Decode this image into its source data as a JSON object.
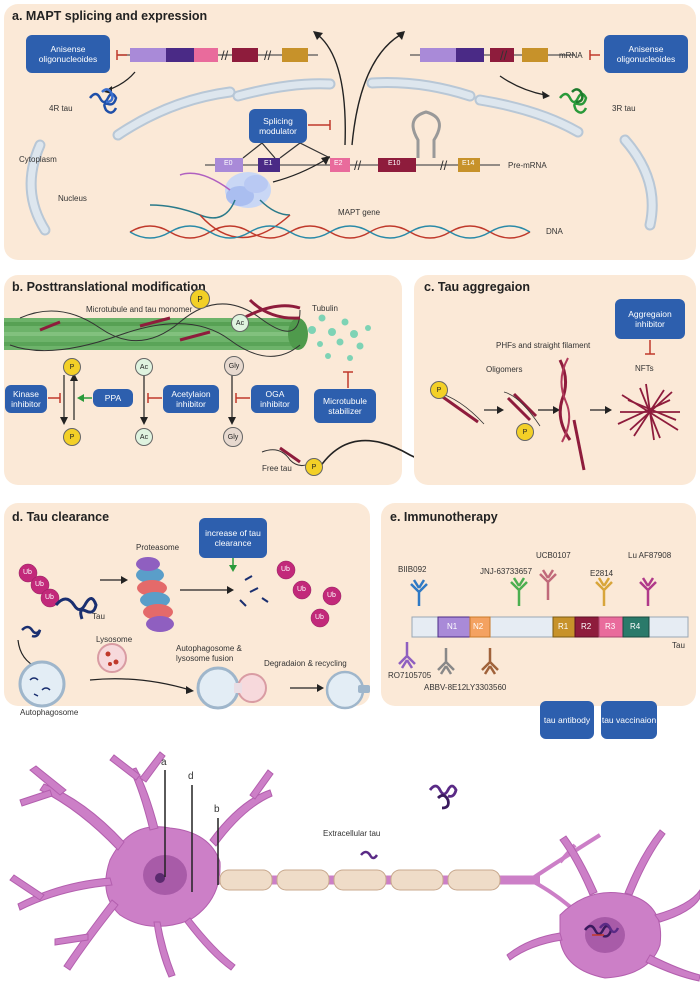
{
  "panels": {
    "a": {
      "title": "a.  MAPT splicing and expression",
      "box_aso_left": "Anisense oligonucleoides",
      "box_aso_right": "Anisense oligonucleoides",
      "box_splicing": "Splicing modulator",
      "label_4r": "4R  tau",
      "label_3r": "3R  tau",
      "label_mrna": "mRNA",
      "label_premrna": "Pre-mRNA",
      "label_cytoplasm": "Cytoplasm",
      "label_nucleus": "Nucleus",
      "label_gene": "MAPT gene",
      "label_dna": "DNA",
      "exons": [
        "E0",
        "E1",
        "E2",
        "E10",
        "E14"
      ]
    },
    "b": {
      "title": "b.  Posttranslational modification",
      "label_microtubule": "Microtubule and tau monomer",
      "label_tubulin": "Tubulin",
      "label_free_tau": "Free tau",
      "box_kinase": "Kinase inhibitor",
      "box_ppa": "PPA",
      "box_acetylation": "Acetylaion inhibitor",
      "box_oga": "OGA inhibitor",
      "box_stabilizer": "Microtubule stabilizer",
      "marker_p": "P",
      "marker_ac": "Ac",
      "marker_gly": "Gly"
    },
    "c": {
      "title": "c.  Tau aggregaion",
      "box_inhibitor": "Aggregaion inhibitor",
      "label_phfs": "PHFs and straight filament",
      "label_oligomers": "Oligomers",
      "label_nfts": "NFTs"
    },
    "d": {
      "title": "d.  Tau clearance",
      "box_increase": "increase of tau clearance",
      "label_proteasome": "Proteasome",
      "label_tau": "Tau",
      "label_lysosome": "Lysosome",
      "label_fusion": "Autophagosome & lysosome fusion",
      "label_degradation": "Degradaion & recycling",
      "label_autophagosome": "Autophagosome",
      "marker_ub": "Ub"
    },
    "e": {
      "title": "e.  Immunotherapy",
      "antibodies_top": [
        "BIIB092",
        "JNJ-63733657",
        "UCB0107",
        "E2814",
        "Lu AF87908"
      ],
      "antibodies_bottom": [
        "RO7105705",
        "ABBV-8E12",
        "LY3303560"
      ],
      "domains": [
        "N1",
        "N2",
        "R1",
        "R2",
        "R3",
        "R4"
      ],
      "label_tau": "Tau",
      "box_antibody": "tau antibody",
      "box_vaccination": "tau vaccinaion"
    }
  },
  "neuron": {
    "pointers": [
      "a",
      "d",
      "b"
    ],
    "label_extracellular": "Extracellular tau"
  },
  "colors": {
    "panel_bg": "#fbe9d7",
    "box_blue": "#2d5fae",
    "inhibit_red": "#c0392b",
    "neuron_pink": "#cc7fc7",
    "tau_blue": "#1f4fa8",
    "tau_green": "#2a9a3a",
    "tau_purple": "#5a2a86",
    "tau_red": "#8e1c3c"
  }
}
